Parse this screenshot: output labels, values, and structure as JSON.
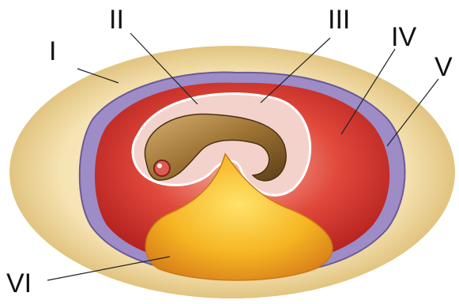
{
  "diagram": {
    "labels": [
      {
        "id": "I",
        "text": "I"
      },
      {
        "id": "II",
        "text": "II"
      },
      {
        "id": "III",
        "text": "III"
      },
      {
        "id": "IV",
        "text": "IV"
      },
      {
        "id": "V",
        "text": "V"
      },
      {
        "id": "VI",
        "text": "VI"
      }
    ],
    "colors": {
      "shell": "#f3dda0",
      "membrane_outer": "#8a7ab8",
      "chorion": "#d8342c",
      "amnion": "#f2c4c0",
      "embryo": "#a07a38",
      "yolk": "#f2a81e",
      "leader": "#222222"
    }
  }
}
